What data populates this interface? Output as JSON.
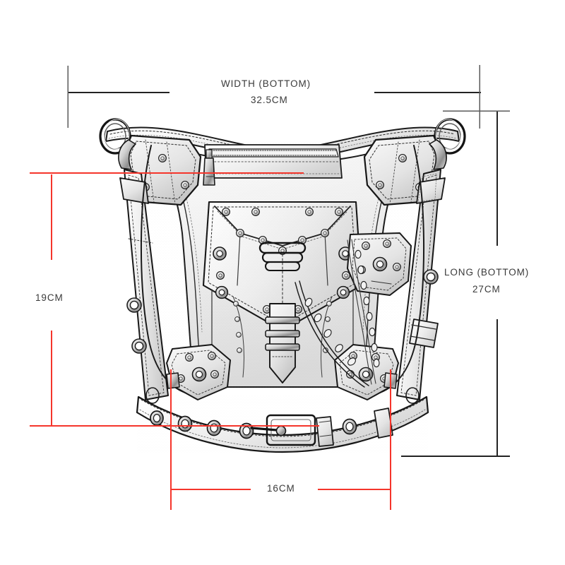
{
  "diagram": {
    "type": "product-dimension-diagram",
    "subject": "steampunk leather waist / leg holster bag",
    "background_color": "#ffffff",
    "line_colors": {
      "black": "#232323",
      "red": "#f5352b",
      "gray": "#6b6b6b"
    },
    "labels": {
      "width_title": "WIDTH  (BOTTOM)",
      "width_value": "32.5CM",
      "long_title": "LONG  (BOTTOM)",
      "long_value": "27CM",
      "height_value": "19CM",
      "bottom_value": "16CM"
    },
    "measurements": [
      {
        "name": "width-bottom",
        "label": "WIDTH  (BOTTOM)",
        "value": "32.5CM",
        "orientation": "horizontal",
        "color": "#232323"
      },
      {
        "name": "long-bottom",
        "label": "LONG  (BOTTOM)",
        "value": "27CM",
        "orientation": "vertical",
        "color": "#232323"
      },
      {
        "name": "height",
        "label": "",
        "value": "19CM",
        "orientation": "vertical",
        "color": "#f5352b"
      },
      {
        "name": "bottom-width",
        "label": "",
        "value": "16CM",
        "orientation": "horizontal",
        "color": "#f5352b"
      }
    ]
  }
}
